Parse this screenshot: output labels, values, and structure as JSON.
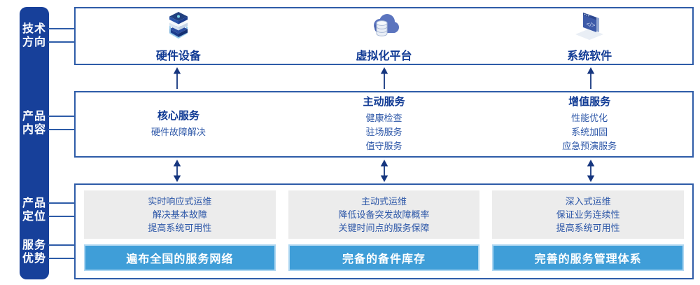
{
  "sidebar": {
    "labels": [
      {
        "lines": [
          "技术",
          "方向"
        ]
      },
      {
        "lines": [
          "产品",
          "内容"
        ]
      },
      {
        "lines": [
          "产品",
          "定位"
        ]
      },
      {
        "lines": [
          "服务",
          "优势"
        ]
      }
    ]
  },
  "tech_row": {
    "items": [
      {
        "icon": "server-stack-icon",
        "label": "硬件设备"
      },
      {
        "icon": "cloud-database-icon",
        "label": "虚拟化平台"
      },
      {
        "icon": "code-window-icon",
        "label": "系统软件"
      }
    ]
  },
  "content_row": {
    "columns": [
      {
        "title": "核心服务",
        "items": [
          "硬件故障解决"
        ]
      },
      {
        "title": "主动服务",
        "items": [
          "健康检查",
          "驻场服务",
          "值守服务"
        ]
      },
      {
        "title": "增值服务",
        "items": [
          "性能优化",
          "系统加固",
          "应急预演服务"
        ]
      }
    ]
  },
  "bottom_row": {
    "columns": [
      {
        "positioning": [
          "实时响应式运维",
          "解决基本故障",
          "提高系统可用性"
        ],
        "advantage": "遍布全国的服务网络"
      },
      {
        "positioning": [
          "主动式运维",
          "降低设备突发故障概率",
          "关键时间点的服务保障"
        ],
        "advantage": "完备的备件库存"
      },
      {
        "positioning": [
          "深入式运维",
          "保证业务连续性",
          "提高系统可用性"
        ],
        "advantage": "完善的服务管理体系"
      }
    ]
  },
  "colors": {
    "sidebar-bg": "#17409A",
    "box-border": "#2E5CA8",
    "title-text": "#103A94",
    "item-text": "#2D57A8",
    "connector": "#2E5CA8",
    "arrow": "#16367F",
    "panel-gray": "#ECECEC",
    "bar-blue": "#3F9ED8",
    "bar-border": "#AFD7F1"
  }
}
